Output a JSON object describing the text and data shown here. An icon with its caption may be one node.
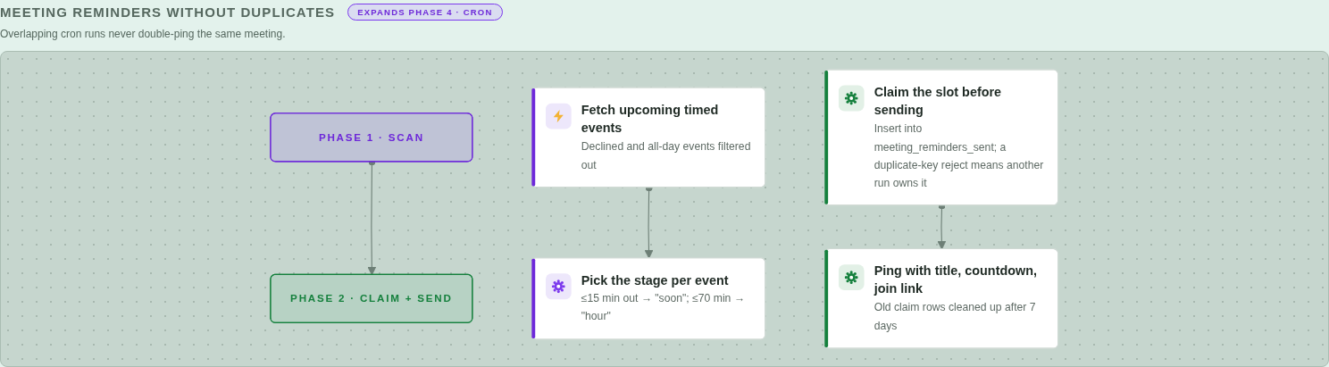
{
  "diagram": {
    "title": "MEETING REMINDERS WITHOUT DUPLICATES",
    "caption": "Overlapping cron runs never double-ping the same meeting.",
    "nodes": [
      {
        "text": [
          "PHASE 1 · SCAN"
        ]
      },
      {
        "text": [
          "PHASE 2 · CLAIM + SEND"
        ]
      },
      {
        "text": [
          "Fetch upcoming timed events",
          "Declined and all-day events filtered out"
        ]
      },
      {
        "text": [
          "Claim the slot before sending",
          "Insert into meeting_reminders_sent; a duplicate-key reject means another run owns it"
        ]
      },
      {
        "text": [
          "Pick the stage per event",
          "≤15 min out → \"soon\"; ≤70 min → \"hour\""
        ]
      },
      {
        "text": [
          "Ping with title, countdown, join link",
          "Old claim rows cleaned up after 7 days"
        ]
      }
    ],
    "edges": [
      {
        "from": 0,
        "to": 1,
        "arrow": "to"
      },
      {
        "from": 2,
        "to": 4,
        "arrow": "to"
      },
      {
        "from": 3,
        "to": 5,
        "arrow": "to"
      }
    ],
    "labels": [
      "EXPANDS PHASE 4 · CRON"
    ]
  }
}
